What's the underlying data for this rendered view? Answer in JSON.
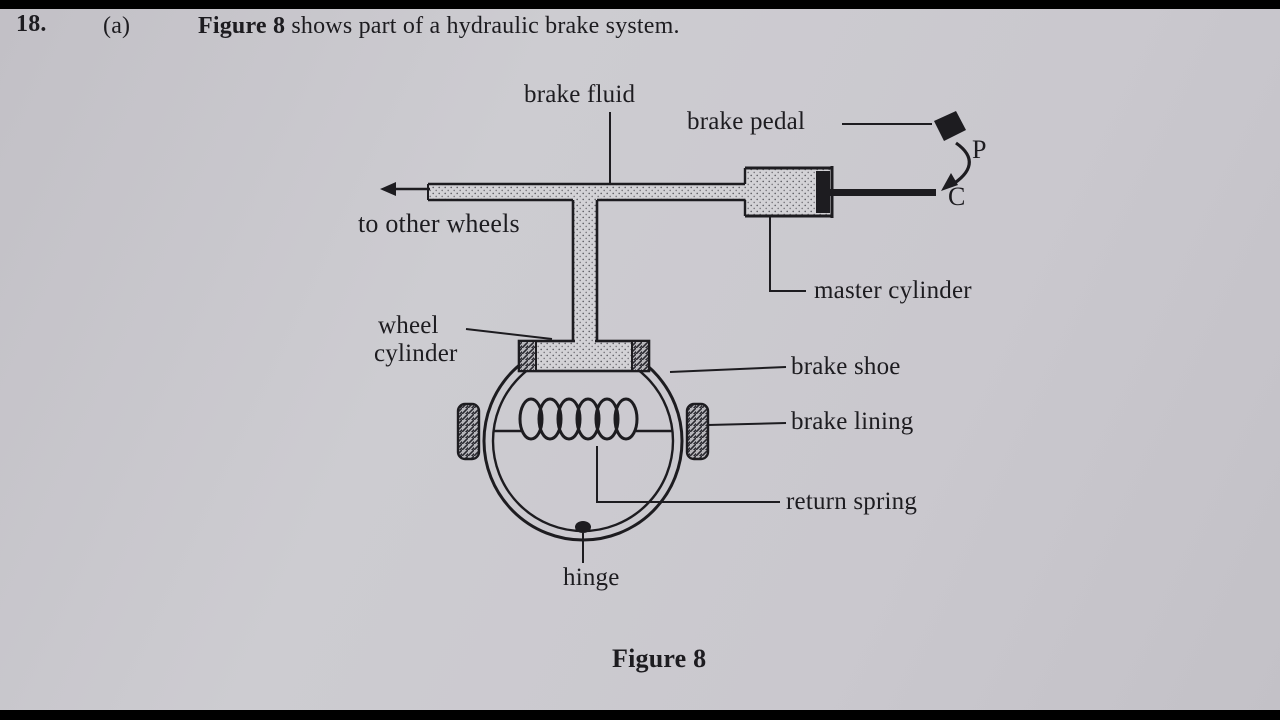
{
  "header": {
    "question_number": "18.",
    "part": "(a)",
    "figure_ref": "Figure 8",
    "intro_rest": " shows part of a hydraulic brake system."
  },
  "caption": "Figure 8",
  "labels": {
    "brake_fluid": "brake fluid",
    "brake_pedal": "brake pedal",
    "to_other_wheels": "to other wheels",
    "master_cylinder": "master cylinder",
    "wheel_cylinder_line1": "wheel",
    "wheel_cylinder_line2": "cylinder",
    "brake_shoe": "brake shoe",
    "brake_lining": "brake lining",
    "return_spring": "return spring",
    "hinge": "hinge",
    "point_p": "P",
    "point_c": "C"
  },
  "colors": {
    "paper": "#cac8cd",
    "ink": "#1d1c20",
    "pipe_fill": "#d3d2d6"
  }
}
